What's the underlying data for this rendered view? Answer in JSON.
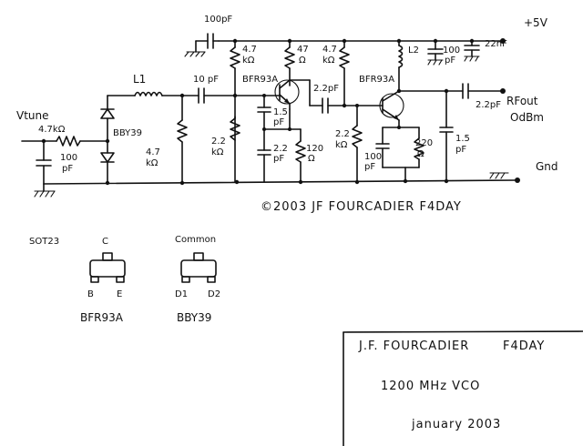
{
  "labels": {
    "cap_100pf_top": "100pF",
    "supply": "+5V",
    "r47k_a_v": "4.7",
    "r47k_a_u": "kΩ",
    "r47_v": "47",
    "r47_u": "Ω",
    "r47k_b_v": "4.7",
    "r47k_b_u": "kΩ",
    "l2": "L2",
    "c100_sup": "100",
    "c100_sup_u": "pF",
    "c22n": "22nF",
    "l1": "L1",
    "c10pf": "10 pF",
    "q1": "BFR93A",
    "c22pf_mid": "2.2pF",
    "q2": "BFR93A",
    "c22pf_out": "2.2pF",
    "rfout": "RFout",
    "odbm": "OdBm",
    "vtune": "Vtune",
    "r47k_tune": "4.7kΩ",
    "bby39": "BBY39",
    "c100_tune": "100",
    "c100_tune_u": "pF",
    "r47k_bias_v": "4.7",
    "r47k_bias_u": "kΩ",
    "r22k_a_v": "2.2",
    "r22k_a_u": "kΩ",
    "c15_a": "1.5",
    "c15_a_u": "pF",
    "c22_b": "2.2",
    "c22_b_u": "pF",
    "r120_v": "120",
    "r120_u": "Ω",
    "r22k_b_v": "2.2",
    "r22k_b_u": "kΩ",
    "c100_e2": "100",
    "c100_e2_u": "pF",
    "r220_v": "220",
    "r220_u": "Ω",
    "c15_out": "1.5",
    "c15_out_u": "pF",
    "gnd": "Gnd",
    "copyright": "©2003  JF FOURCADIER  F4DAY"
  },
  "packages": {
    "sot23": "SOT23",
    "c": "C",
    "b": "B",
    "e": "E",
    "bfr93a": "BFR93A",
    "common": "Common",
    "d1": "D1",
    "d2": "D2",
    "bby39": "BBY39"
  },
  "title_block": {
    "author": "J.F. FOURCADIER",
    "call": "F4DAY",
    "project": "1200 MHz   VCO",
    "date": "january  2003"
  }
}
